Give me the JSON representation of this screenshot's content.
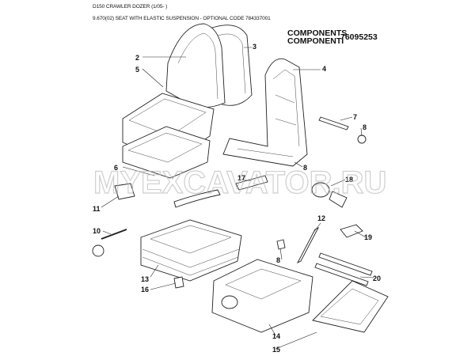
{
  "header": {
    "model": "D150 CRAWLER DOZER (1/05- )",
    "section": "9.670(02) SEAT WITH ELASTIC SUSPENSION - OPTIONAL CODE 784337001"
  },
  "components": {
    "label_en": "COMPONENTS",
    "label_it": "COMPONENTI",
    "code": "76095253"
  },
  "watermark": "MYEXCAVATOR.RU",
  "callouts": [
    "2",
    "3",
    "4",
    "5",
    "6",
    "7",
    "8",
    "8",
    "11",
    "17",
    "18",
    "12",
    "10",
    "19",
    "8",
    "13",
    "20",
    "16",
    "14",
    "15"
  ]
}
